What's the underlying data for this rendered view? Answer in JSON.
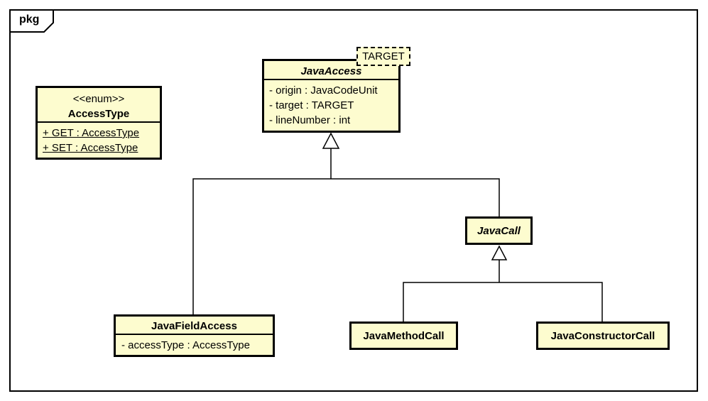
{
  "package": {
    "tab_label": "pkg"
  },
  "colors": {
    "class_fill": "#FDFCCF",
    "border": "#000000",
    "line": "#000000",
    "canvas": "#FFFFFF"
  },
  "classes": {
    "access_type": {
      "stereotype": "<<enum>>",
      "name": "AccessType",
      "attributes": [
        "+ GET : AccessType",
        "+ SET : AccessType"
      ]
    },
    "java_access": {
      "name": "JavaAccess",
      "abstract": true,
      "template_parameter": "TARGET",
      "attributes": [
        "- origin : JavaCodeUnit",
        "- target : TARGET",
        "- lineNumber : int"
      ]
    },
    "java_call": {
      "name": "JavaCall",
      "abstract": true
    },
    "java_field_access": {
      "name": "JavaFieldAccess",
      "attributes": [
        "- accessType : AccessType"
      ]
    },
    "java_method_call": {
      "name": "JavaMethodCall"
    },
    "java_constructor_call": {
      "name": "JavaConstructorCall"
    }
  },
  "relationships": [
    {
      "type": "generalization",
      "from": "JavaFieldAccess",
      "to": "JavaAccess"
    },
    {
      "type": "generalization",
      "from": "JavaCall",
      "to": "JavaAccess"
    },
    {
      "type": "generalization",
      "from": "JavaMethodCall",
      "to": "JavaCall"
    },
    {
      "type": "generalization",
      "from": "JavaConstructorCall",
      "to": "JavaCall"
    }
  ]
}
